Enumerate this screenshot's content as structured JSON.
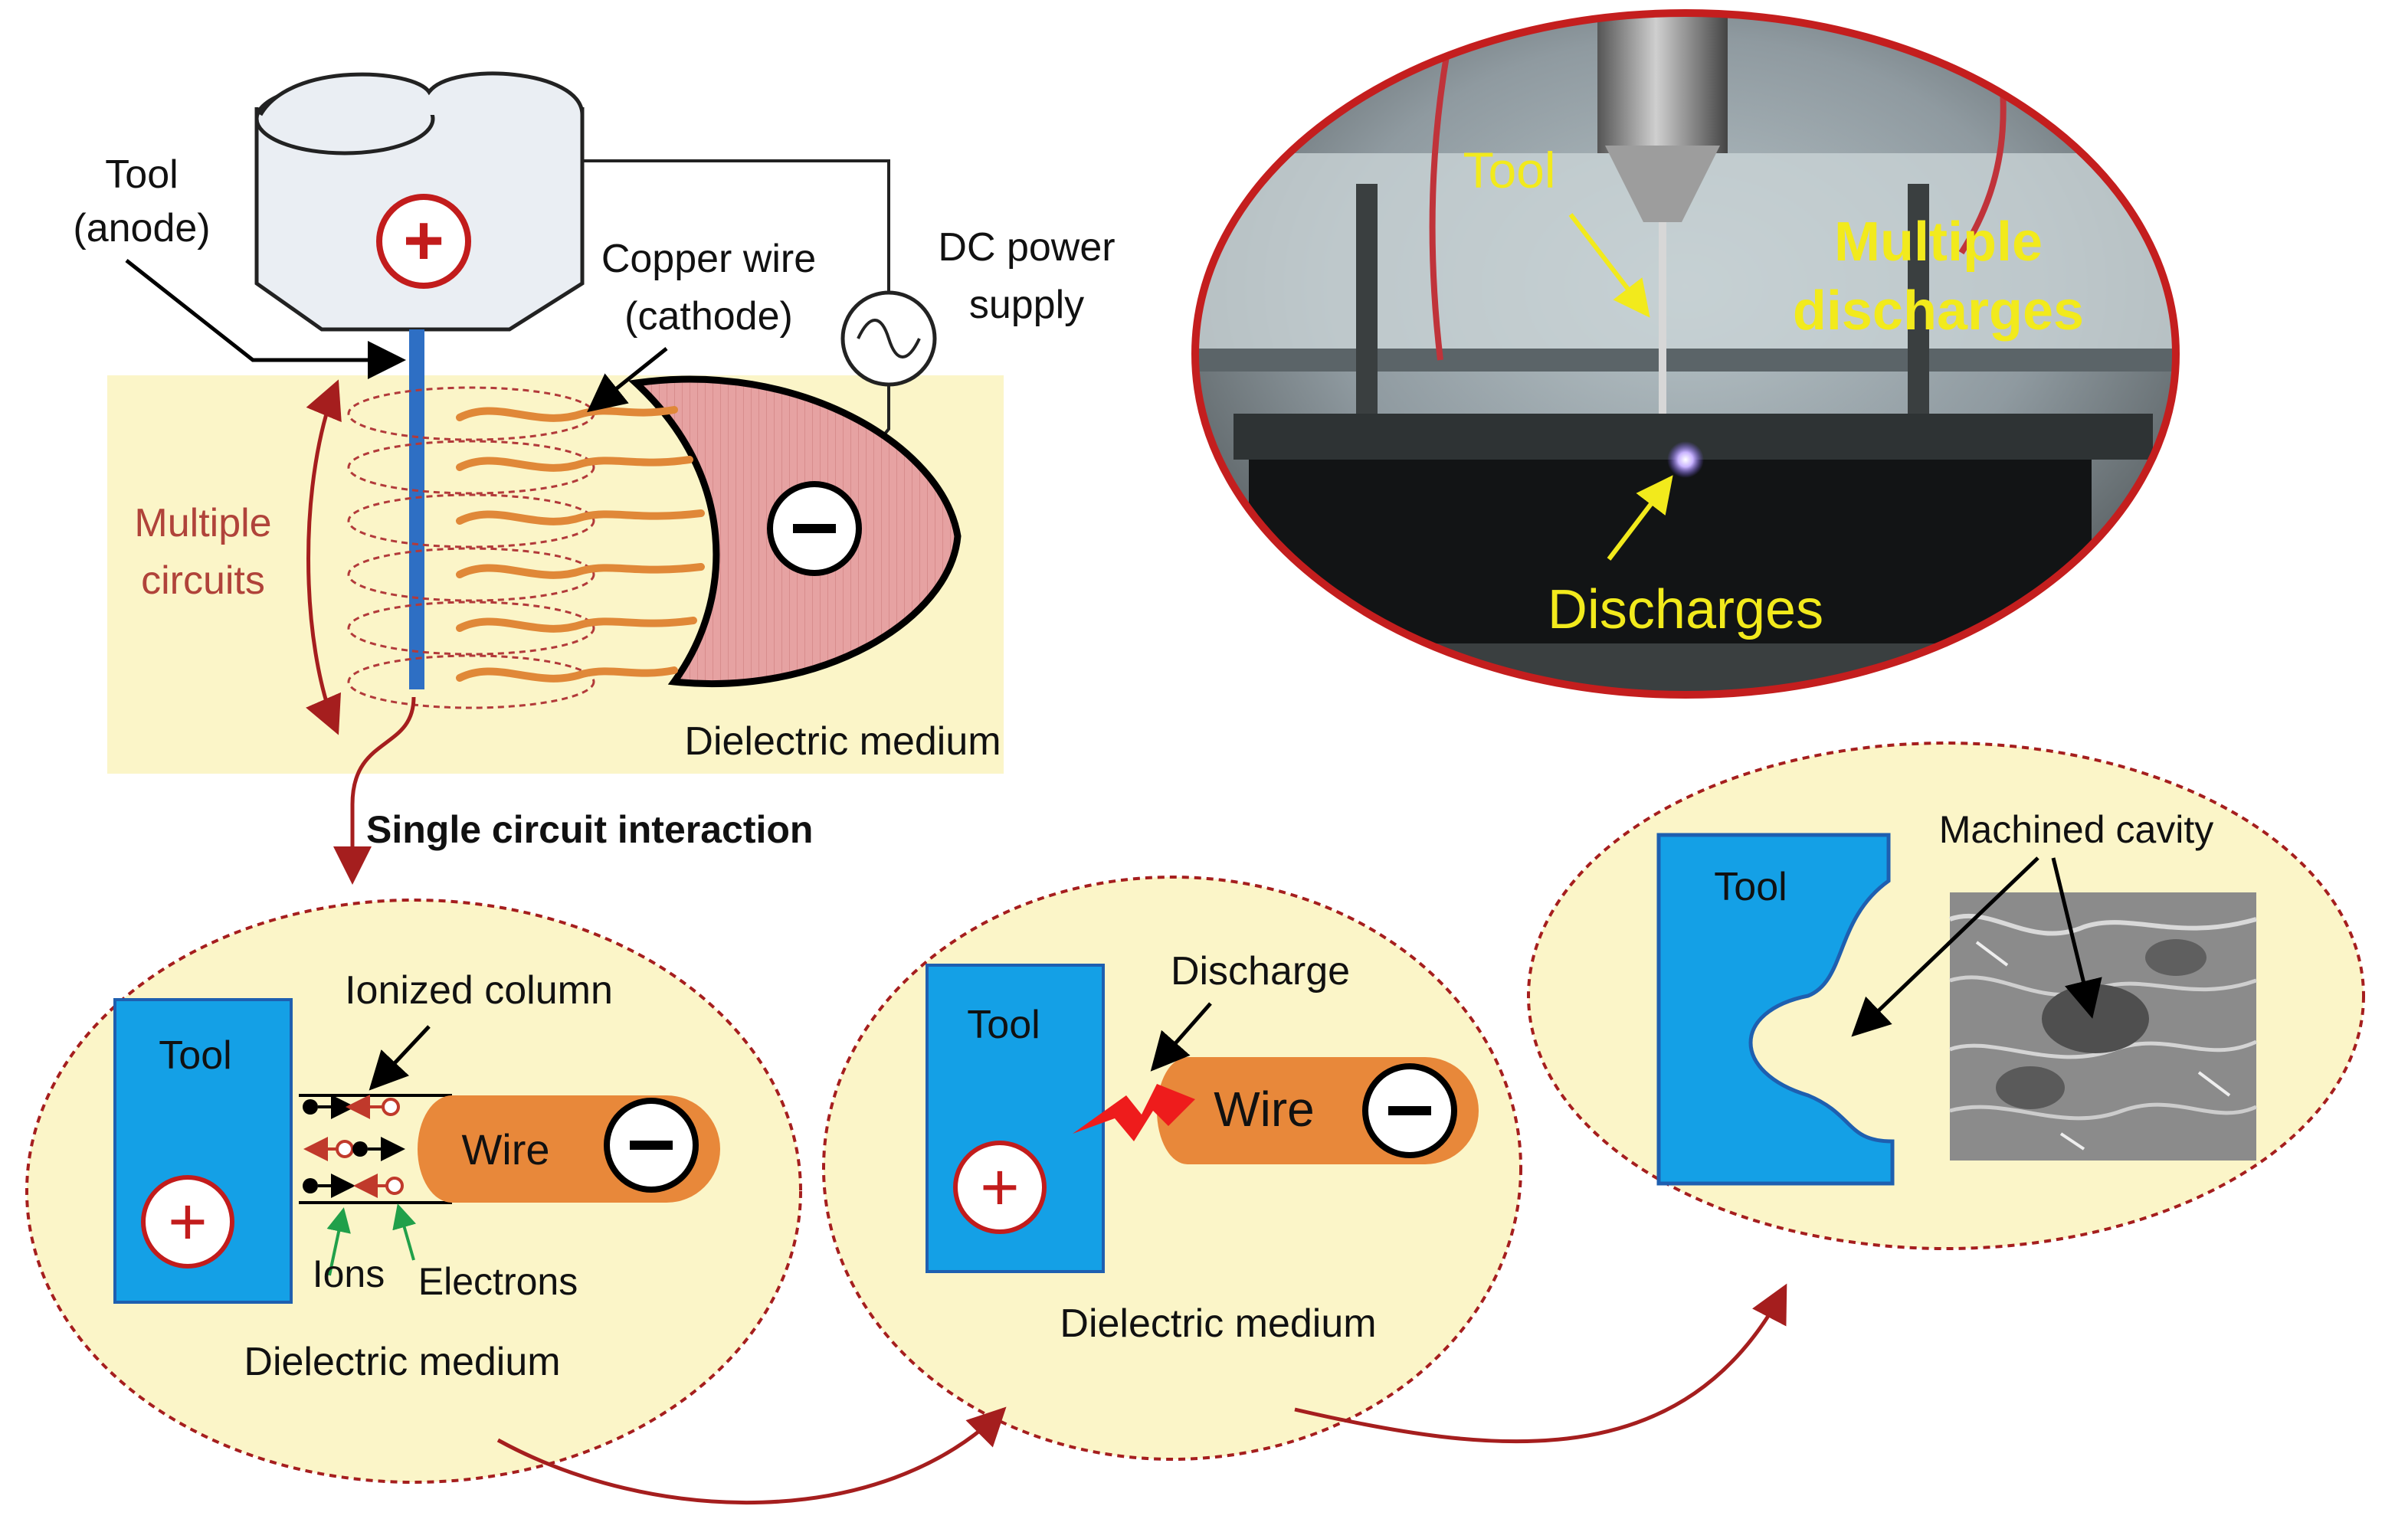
{
  "top_schematic": {
    "tool_label_line1": "Tool",
    "tool_label_line2": "(anode)",
    "copper_label_line1": "Copper wire",
    "copper_label_line2": "(cathode)",
    "dc_label_line1": "DC power",
    "dc_label_line2": "supply",
    "multiple_line1": "Multiple",
    "multiple_line2": "circuits",
    "dielectric": "Dielectric medium",
    "anode_symbol": "+",
    "cathode_symbol": "−"
  },
  "photo": {
    "tool": "Tool",
    "multiple_line1": "Multiple",
    "multiple_line2": "discharges",
    "discharges": "Discharges"
  },
  "single_circuit_label": "Single circuit interaction",
  "stage1": {
    "tool": "Tool",
    "ionized_column": "Ionized column",
    "wire": "Wire",
    "ions": "Ions",
    "electrons": "Electrons",
    "dielectric": "Dielectric medium",
    "plus": "+",
    "minus": "−"
  },
  "stage2": {
    "tool": "Tool",
    "discharge": "Discharge",
    "wire": "Wire",
    "dielectric": "Dielectric medium",
    "plus": "+",
    "minus": "−"
  },
  "stage3": {
    "tool": "Tool",
    "machined_cavity": "Machined cavity"
  },
  "colors": {
    "tool_blue": "#14a0e6",
    "wire_orange": "#e8883a",
    "dielectric_bg": "#fbf5c8",
    "accent_red": "#b01e1e",
    "photo_label_yellow": "#f2ea1c"
  }
}
